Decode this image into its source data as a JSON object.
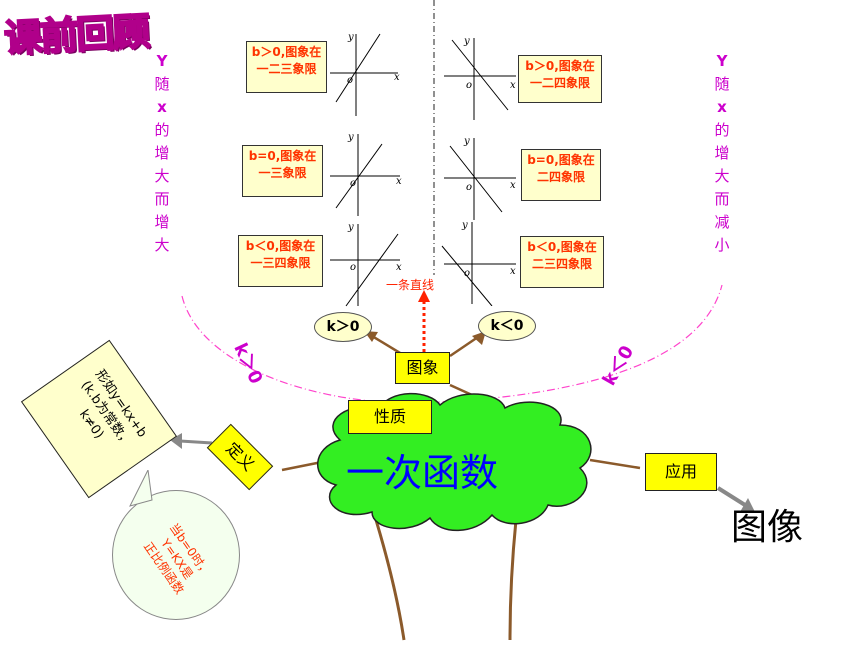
{
  "title": "课前回顾",
  "left_side": {
    "text": "Y随x的增大而增大",
    "chars": [
      "Y",
      "随",
      "x",
      "的",
      "增",
      "大",
      "而",
      "增",
      "大"
    ]
  },
  "right_side": {
    "text": "Y随x的增大而减小",
    "chars": [
      "Y",
      "随",
      "x",
      "的",
      "增",
      "大",
      "而",
      "减",
      "小"
    ]
  },
  "graph_labels": {
    "x": "x",
    "y": "y",
    "o": "o"
  },
  "left_graphs": [
    {
      "line1": "b＞0,图象在",
      "line2": "一二三象限"
    },
    {
      "line1": "b=0,图象在",
      "line2": "一三象限"
    },
    {
      "line1": "b＜0,图象在",
      "line2": "一三四象限"
    }
  ],
  "right_graphs": [
    {
      "line1": "b＞0,图象在",
      "line2": "一二四象限"
    },
    {
      "line1": "b=0,图象在",
      "line2": "二四象限"
    },
    {
      "line1": "b＜0,图象在",
      "line2": "二三四象限"
    }
  ],
  "straight_line_label": "一条直线",
  "k_pos_oval": "k＞0",
  "k_neg_oval": "k＜0",
  "k_pos_diag": "k＞0",
  "k_neg_diag": "k＜0",
  "graph_box": "图象",
  "property_box": "性质",
  "center_text": "一次函数",
  "definition_box": "定义",
  "application_box": "应用",
  "definition_text": {
    "line1": "形如y=kx+b",
    "line2": "(k.b为常数，k≠0)"
  },
  "bubble_text": {
    "line1": "当b=0时，",
    "line2": "Y=KX是",
    "line3": "正比例函数"
  },
  "bottom_word": "图像",
  "colors": {
    "magenta": "#cc00cc",
    "cloud": "#33ee22",
    "yellow": "#ffff00",
    "red": "#ff2200",
    "brown": "#8b5a2b"
  }
}
